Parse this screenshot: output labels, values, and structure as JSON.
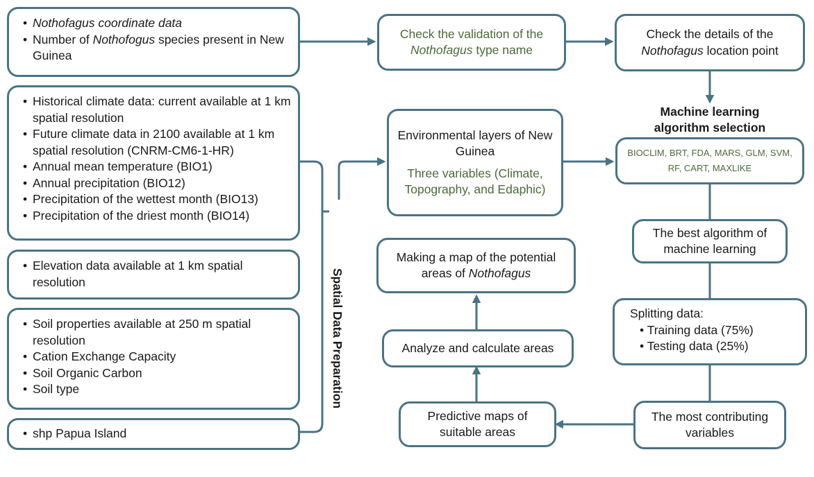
{
  "left": {
    "box1": [
      "Nothofagus coordinate data",
      "Number of Nothofogus species present in New Guinea"
    ],
    "box2": [
      "Historical climate data: current available at 1 km spatial resolution",
      "Future climate data in 2100 available at 1 km spatial resolution (CNRM-CM6-1-HR)",
      "Annual mean temperature (BIO1)",
      "Annual precipitation (BIO12)",
      "Precipitation of the wettest month (BIO13)",
      "Precipitation of the driest month (BIO14)"
    ],
    "box3": [
      "Elevation data available at 1 km spatial resolution"
    ],
    "box4": [
      "Soil properties available at 250 m spatial resolution",
      "Cation Exchange Capacity",
      "Soil Organic Carbon",
      "Soil type"
    ],
    "box5": [
      "shp Papua Island"
    ],
    "bracket_label": "Spatial Data Preparation"
  },
  "middle": {
    "validation": {
      "pre": "Check the validation of the",
      "italic": "Nothofagus",
      "post": "type name"
    },
    "env": {
      "title": "Environmental layers of New Guinea",
      "vars": "Three variables (Climate, Topography, and Edaphic)"
    },
    "map": {
      "pre": "Making a map of the potential areas of",
      "italic": "Nothofagus"
    },
    "analyze": "Analyze and calculate areas",
    "predictive": "Predictive maps of suitable areas"
  },
  "right": {
    "details": {
      "pre": "Check the details of the",
      "italic": "Nothofagus",
      "post": "location point"
    },
    "ml_title": "Machine learning algorithm selection",
    "algorithms": "BIOCLIM, BRT, FDA, MARS, GLM, SVM, RF, CART, MAXLIKE",
    "best": "The best algorithm of machine learning",
    "splitting": {
      "title": "Splitting data:",
      "items": [
        "Training data (75%)",
        "Testing data (25%)"
      ]
    },
    "contributing": "The most contributing variables"
  },
  "colors": {
    "stroke": "#4a7384",
    "green_text": "#4b6a3b"
  }
}
